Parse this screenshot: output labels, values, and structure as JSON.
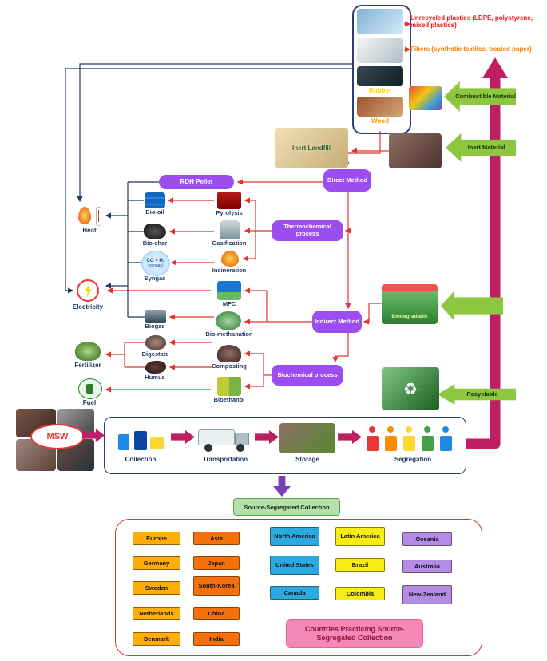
{
  "colors": {
    "purple_box": "#9C4DF0",
    "green_arrow": "#8DC63F",
    "magenta_flow": "#BE1E63",
    "navy_line": "#1F3864",
    "red_line": "#E3342F",
    "europe_box": "#FFAD0A",
    "asia_box": "#F4700C",
    "north_america_box": "#29ABE2",
    "latin_america_box": "#F7EC13",
    "oceania_box": "#B48CE8",
    "ssc_box": "#B7DFA9",
    "title_box": "#F589B5"
  },
  "top_box": {
    "unrecycled": "Unrecycled plastics (LDPE, polystyrene, mixed plastics)",
    "fibers": "Fibers (synthetic textiles, treated paper)",
    "rubber": "Rubber",
    "wood": "Wood"
  },
  "green_arrows": {
    "combustible": "Combustible Material",
    "inert": "Inert Material",
    "recyclable": "Recyclable"
  },
  "inert_landfill": "Inert Landfill",
  "biodegradable": "Biodegradable",
  "methods": {
    "direct": "Direct Method",
    "rdh": "RDH Pellet",
    "thermochemical": "Thermochemical process",
    "indirect": "Indirect Method",
    "biochemical": "Biochemical process"
  },
  "processes": {
    "pyrolysis": "Pyrolysis",
    "gasification": "Gasification",
    "incineration": "Incineration",
    "mfc": "MFC",
    "biomethanation": "Bio-methanation",
    "composting": "Composting",
    "bioethanol": "Bioethanol"
  },
  "products": {
    "bio_oil": "Bio-oil",
    "bio_char": "Bio-char",
    "syngas": "Syngas",
    "syngas_formula": "CO + H₂",
    "syngas_sub": "(syngas)",
    "biogas": "Biogas",
    "digestate": "Digestate",
    "humus": "Humus"
  },
  "outputs": {
    "heat": "Heat",
    "electricity": "Electricity",
    "fertilizer": "Fertilizer",
    "fuel": "Fuel"
  },
  "msw": "MSW",
  "chain": {
    "collection": "Collection",
    "transportation": "Transportation",
    "storage": "Storage",
    "segregation": "Segregation"
  },
  "ssc": "Source-Segregated Collection",
  "countries": {
    "europe": {
      "header": "Europe",
      "items": [
        "Germany",
        "Sweden",
        "Netherlands",
        "Denmark"
      ]
    },
    "asia": {
      "header": "Asia",
      "items": [
        "Japan",
        "South-Korea",
        "China",
        "India"
      ]
    },
    "north_america": {
      "header": "North America",
      "items": [
        "United States",
        "Canada"
      ]
    },
    "latin_america": {
      "header": "Latin America",
      "items": [
        "Brazil",
        "Colombia"
      ]
    },
    "oceania": {
      "header": "Oceania",
      "items": [
        "Australia",
        "New-Zealand"
      ]
    }
  },
  "countries_title": "Countries Practicing Source-Segregated Collection",
  "icons": {
    "recycle": "♻"
  }
}
